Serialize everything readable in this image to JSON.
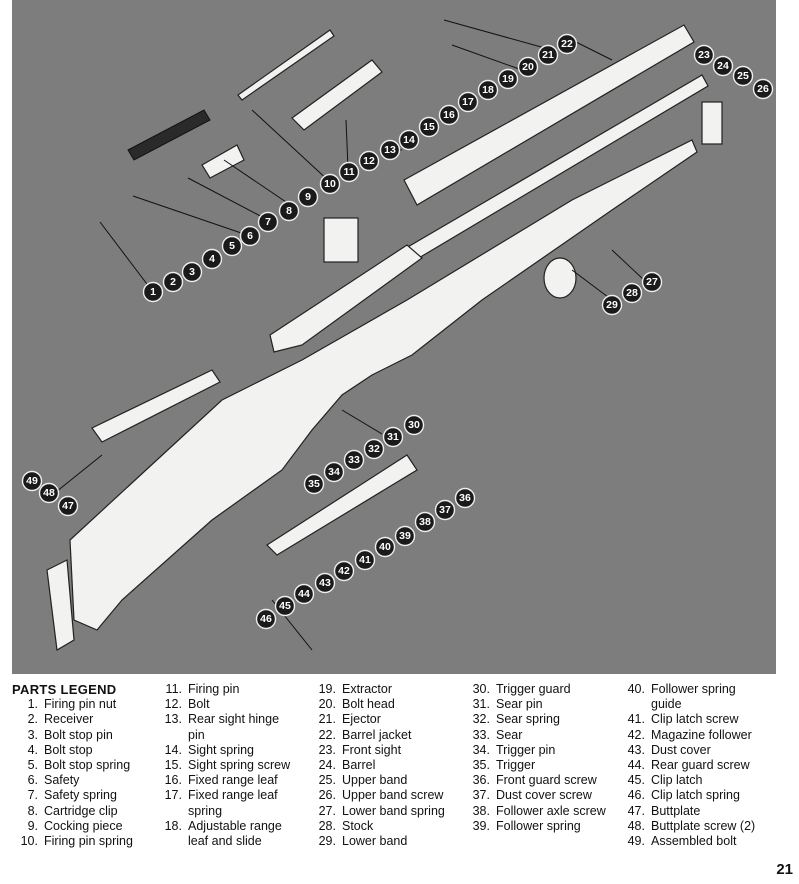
{
  "legend": {
    "title": "PARTS LEGEND",
    "columns": [
      [
        {
          "num": "1.",
          "text": "Firing pin nut"
        },
        {
          "num": "2.",
          "text": "Receiver"
        },
        {
          "num": "3.",
          "text": "Bolt stop pin"
        },
        {
          "num": "4.",
          "text": "Bolt stop"
        },
        {
          "num": "5.",
          "text": "Bolt stop spring"
        },
        {
          "num": "6.",
          "text": "Safety"
        },
        {
          "num": "7.",
          "text": "Safety spring"
        },
        {
          "num": "8.",
          "text": "Cartridge clip"
        },
        {
          "num": "9.",
          "text": "Cocking piece"
        },
        {
          "num": "10.",
          "text": "Firing pin spring"
        }
      ],
      [
        {
          "num": "11.",
          "text": "Firing pin"
        },
        {
          "num": "12.",
          "text": "Bolt"
        },
        {
          "num": "13.",
          "text": "Rear sight hinge\npin"
        },
        {
          "num": "14.",
          "text": "Sight spring"
        },
        {
          "num": "15.",
          "text": "Sight spring screw"
        },
        {
          "num": "16.",
          "text": "Fixed range leaf"
        },
        {
          "num": "17.",
          "text": "Fixed range leaf\nspring"
        },
        {
          "num": "18.",
          "text": "Adjustable range\nleaf and slide"
        }
      ],
      [
        {
          "num": "19.",
          "text": "Extractor"
        },
        {
          "num": "20.",
          "text": "Bolt head"
        },
        {
          "num": "21.",
          "text": "Ejector"
        },
        {
          "num": "22.",
          "text": "Barrel jacket"
        },
        {
          "num": "23.",
          "text": "Front sight"
        },
        {
          "num": "24.",
          "text": "Barrel"
        },
        {
          "num": "25.",
          "text": "Upper band"
        },
        {
          "num": "26.",
          "text": "Upper band screw"
        },
        {
          "num": "27.",
          "text": "Lower band spring"
        },
        {
          "num": "28.",
          "text": "Stock"
        },
        {
          "num": "29.",
          "text": "Lower band"
        }
      ],
      [
        {
          "num": "30.",
          "text": "Trigger guard"
        },
        {
          "num": "31.",
          "text": "Sear pin"
        },
        {
          "num": "32.",
          "text": "Sear spring"
        },
        {
          "num": "33.",
          "text": "Sear"
        },
        {
          "num": "34.",
          "text": "Trigger pin"
        },
        {
          "num": "35.",
          "text": "Trigger"
        },
        {
          "num": "36.",
          "text": "Front guard screw"
        },
        {
          "num": "37.",
          "text": "Dust cover screw"
        },
        {
          "num": "38.",
          "text": "Follower axle screw"
        },
        {
          "num": "39.",
          "text": "Follower spring"
        }
      ],
      [
        {
          "num": "40.",
          "text": "Follower spring\nguide"
        },
        {
          "num": "41.",
          "text": "Clip latch screw"
        },
        {
          "num": "42.",
          "text": "Magazine follower"
        },
        {
          "num": "43.",
          "text": "Dust cover"
        },
        {
          "num": "44.",
          "text": "Rear guard screw"
        },
        {
          "num": "45.",
          "text": "Clip latch"
        },
        {
          "num": "46.",
          "text": "Clip latch spring"
        },
        {
          "num": "47.",
          "text": "Buttplate"
        },
        {
          "num": "48.",
          "text": "Buttplate screw (2)"
        },
        {
          "num": "49.",
          "text": "Assembled bolt"
        }
      ]
    ]
  },
  "callouts": [
    "1",
    "2",
    "3",
    "4",
    "5",
    "6",
    "7",
    "8",
    "9",
    "10",
    "11",
    "12",
    "13",
    "14",
    "15",
    "16",
    "17",
    "18",
    "19",
    "20",
    "21",
    "22",
    "23",
    "24",
    "25",
    "26",
    "27",
    "28",
    "29",
    "30",
    "31",
    "32",
    "33",
    "34",
    "35",
    "36",
    "37",
    "38",
    "39",
    "40",
    "41",
    "42",
    "43",
    "44",
    "45",
    "46",
    "47",
    "48",
    "49"
  ],
  "page_number": "21"
}
